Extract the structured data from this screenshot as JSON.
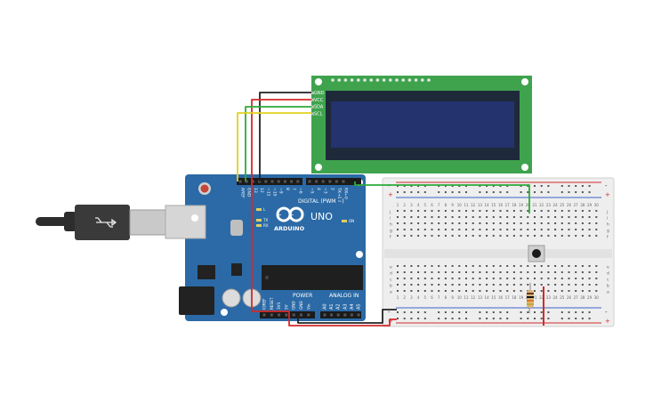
{
  "colors": {
    "background": "#ffffff",
    "arduino_board": "#2b6aa6",
    "arduino_board_dark": "#1f5287",
    "lcd_pcb": "#3fa34d",
    "lcd_screen": "#1a2454",
    "lcd_glass": "#24336e",
    "breadboard": "#eeeeee",
    "wire_gnd": "#222222",
    "wire_vcc": "#d42a2a",
    "wire_sda": "#2eaa3a",
    "wire_scl": "#e2d21e",
    "rail_red": "#d42a2a",
    "rail_blue": "#3a62c6",
    "usb_cable": "#2d2d2d"
  },
  "lcd": {
    "pins": [
      "GND",
      "VCC",
      "SDA",
      "SCL"
    ]
  },
  "arduino": {
    "logo_text": "ARDUINO",
    "model": "UNO",
    "digital_header_label": "DIGITAL (PWM ~)",
    "digital_pins": [
      "AREF",
      "GND",
      "13",
      "12",
      "~11",
      "~10",
      "~9",
      "8",
      "7",
      "~6",
      "~5",
      "4",
      "~3",
      "2",
      "TX→1",
      "RX←0"
    ],
    "power_label": "POWER",
    "power_pins": [
      "IOREF",
      "RESET",
      "3V3",
      "5V",
      "GND",
      "GND",
      "Vin"
    ],
    "analog_label": "ANALOG IN",
    "analog_pins": [
      "A0",
      "A1",
      "A2",
      "A3",
      "A4",
      "A5"
    ],
    "led_labels": [
      "L",
      "TX",
      "RX",
      "ON"
    ]
  },
  "breadboard": {
    "row_letters_top": [
      "j",
      "i",
      "h",
      "g",
      "f"
    ],
    "row_letters_bottom": [
      "e",
      "d",
      "c",
      "b",
      "a"
    ],
    "column_numbers": [
      "1",
      "2",
      "3",
      "4",
      "5",
      "6",
      "7",
      "8",
      "9",
      "10",
      "11",
      "12",
      "13",
      "14",
      "15",
      "16",
      "17",
      "18",
      "19",
      "20",
      "21",
      "22",
      "23",
      "24",
      "25",
      "26",
      "27",
      "28",
      "29",
      "30"
    ],
    "rail_plus": "+",
    "rail_minus": "-"
  }
}
